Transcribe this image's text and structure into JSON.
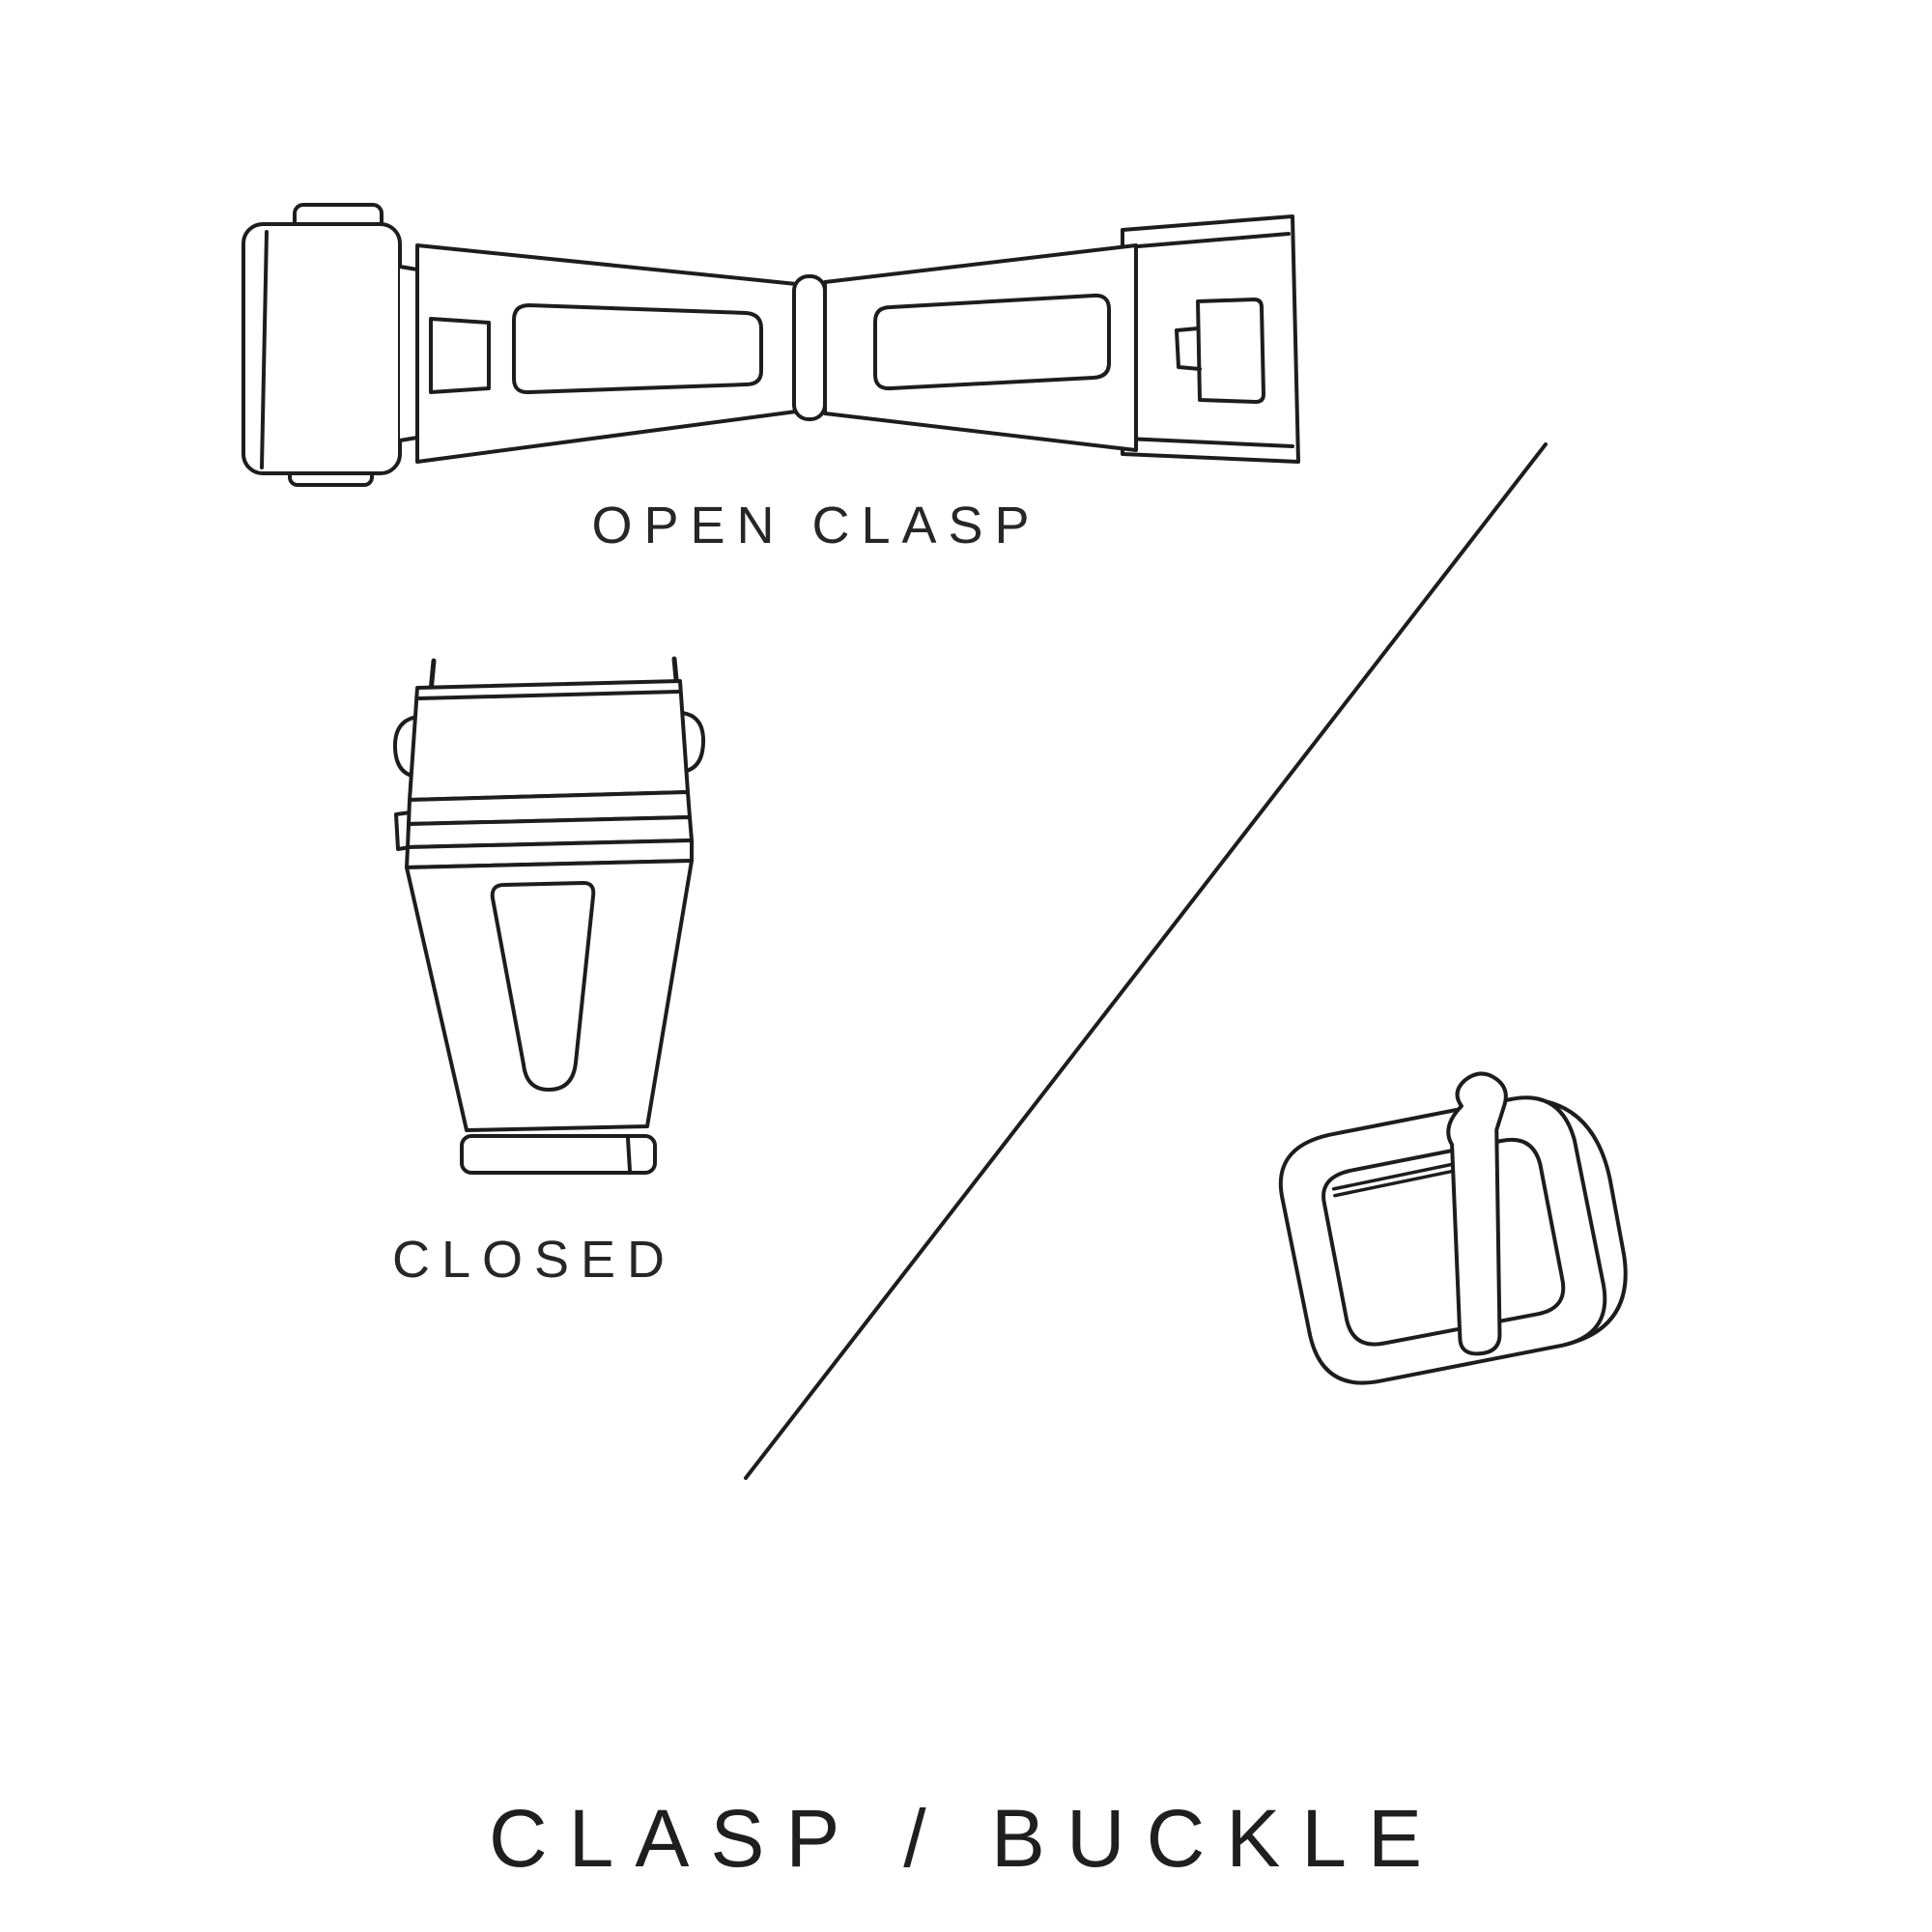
{
  "page": {
    "background": "#ffffff"
  },
  "colors": {
    "line": "#1d1d1d",
    "text": "#262626"
  },
  "labels": {
    "open_clasp": "OPEN CLASP",
    "closed": "CLOSED",
    "title": "CLASP / BUCKLE"
  },
  "illustrations": [
    {
      "name": "open-clasp-illustration",
      "caption": "OPEN CLASP"
    },
    {
      "name": "closed-clasp-illustration",
      "caption": "CLOSED"
    },
    {
      "name": "tang-buckle-illustration",
      "caption": ""
    },
    {
      "name": "diagonal-divider-line",
      "caption": ""
    }
  ]
}
